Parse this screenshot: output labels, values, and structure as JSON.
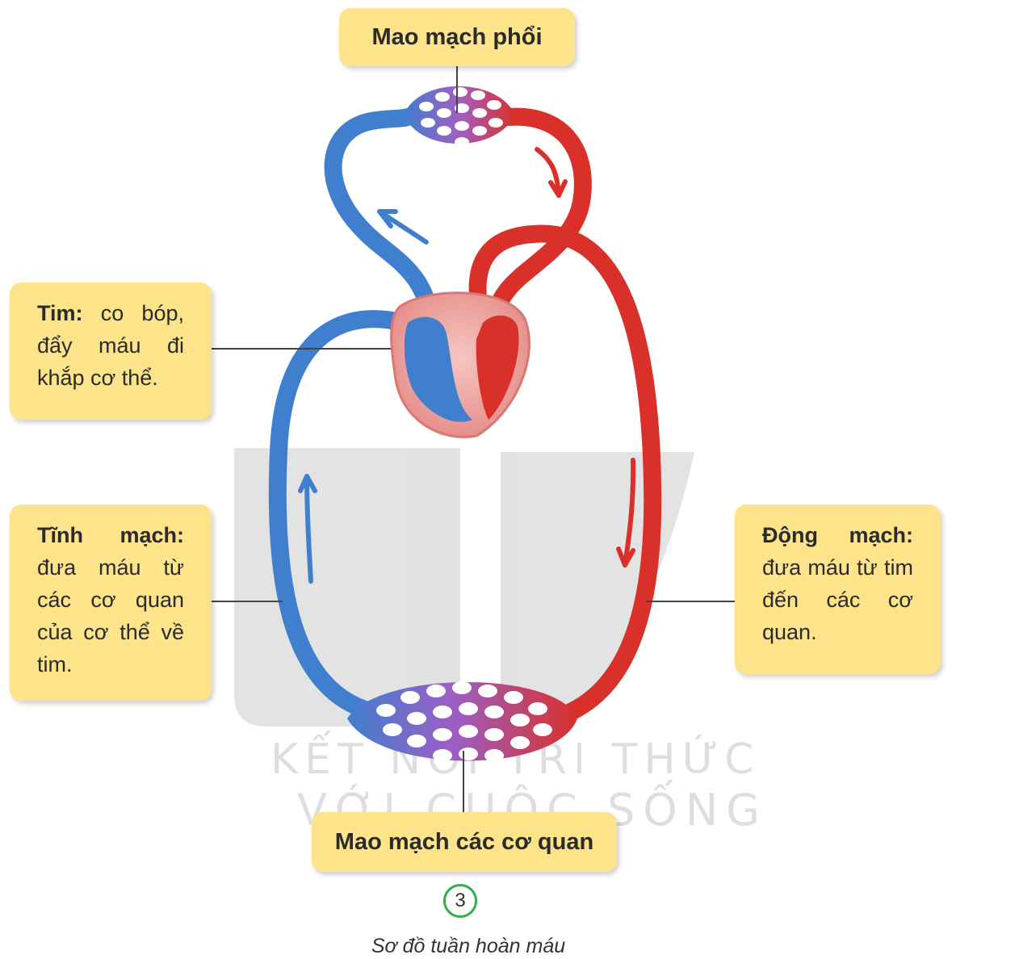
{
  "labels": {
    "lungs": "Mao mạch phổi",
    "organs": "Mao mạch các cơ quan",
    "heart_title": "Tim:",
    "heart_text": "co bóp, đẩy máu đi khắp cơ thể.",
    "vein_title": "Tĩnh mạch:",
    "vein_text": "đưa máu từ các cơ quan của cơ thể về tim.",
    "artery_title": "Động mạch:",
    "artery_text": "đưa máu từ tim đến các cơ quan."
  },
  "figure": {
    "number": "3",
    "caption": "Sơ đồ tuần hoàn máu"
  },
  "colors": {
    "vein": "#3f7fce",
    "artery": "#d9302a",
    "label_fill": "#fde48a",
    "figure_ring": "#2fae4a"
  }
}
